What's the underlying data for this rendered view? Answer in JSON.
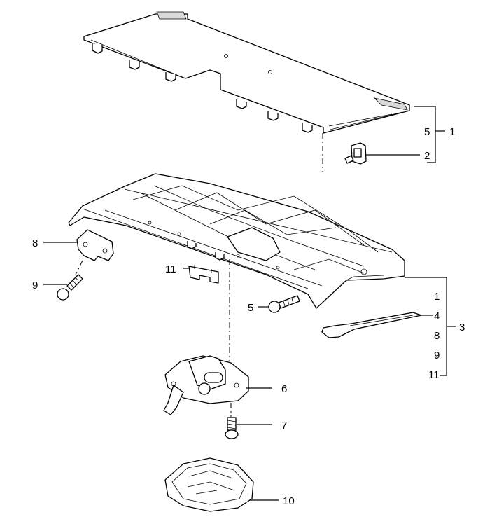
{
  "callouts": [
    {
      "id": "c1-top",
      "text": "1"
    },
    {
      "id": "c5-top",
      "text": "5"
    },
    {
      "id": "c2",
      "text": "2"
    },
    {
      "id": "c8-left",
      "text": "8"
    },
    {
      "id": "c9-left",
      "text": "9"
    },
    {
      "id": "c11-left",
      "text": "11"
    },
    {
      "id": "c5-mid",
      "text": "5"
    },
    {
      "id": "c3",
      "text": "3"
    },
    {
      "id": "c1-list",
      "text": "1"
    },
    {
      "id": "c4",
      "text": "4"
    },
    {
      "id": "c8-list",
      "text": "8"
    },
    {
      "id": "c9-list",
      "text": "9"
    },
    {
      "id": "c11-list",
      "text": "11"
    },
    {
      "id": "c6",
      "text": "6"
    },
    {
      "id": "c7",
      "text": "7"
    },
    {
      "id": "c10",
      "text": "10"
    }
  ]
}
